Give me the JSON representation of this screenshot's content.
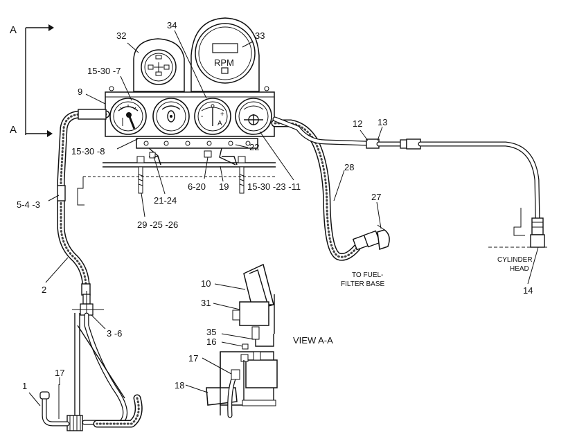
{
  "section": {
    "marker": "A",
    "view_title": "VIEW A-A"
  },
  "gauge_panel": {
    "rpm_text": "RPM"
  },
  "callouts": {
    "c1": "1",
    "c2": "2",
    "c3_6": "3 -6",
    "c5_4_3": "5-4 -3",
    "c6_20": "6-20",
    "c9": "9",
    "c10": "10",
    "c12": "12",
    "c13": "13",
    "c14": "14",
    "c15_30_7": "15-30 -7",
    "c15_30_8": "15-30 -8",
    "c15_30_23_11": "15-30 -23 -11",
    "c16": "16",
    "c17_top": "17",
    "c17_view": "17",
    "c18": "18",
    "c19": "19",
    "c21_24": "21-24",
    "c22": "22",
    "c27": "27",
    "c28": "28",
    "c29_25_26": "29 -25 -26",
    "c31": "31",
    "c32": "32",
    "c33": "33",
    "c34": "34",
    "c35": "35"
  },
  "notes": {
    "fuel_filter_line1": "TO FUEL-",
    "fuel_filter_line2": "FILTER BASE",
    "cylinder_line1": "CYLINDER",
    "cylinder_line2": "HEAD"
  }
}
